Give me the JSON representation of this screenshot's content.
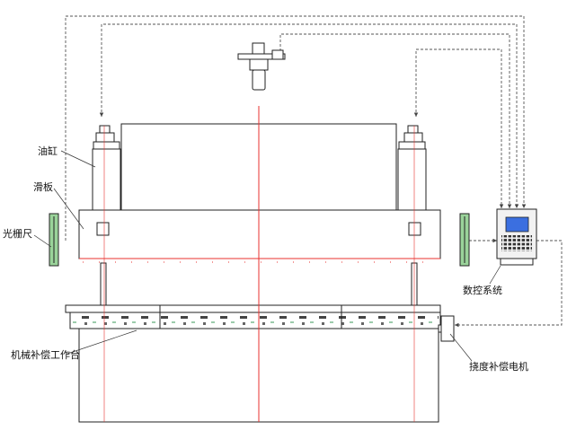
{
  "labels": {
    "cylinder": "油缸",
    "slide": "滑板",
    "grating_ruler": "光栅尺",
    "cnc_system": "数控系统",
    "worktable": "机械补偿工作台",
    "compensation_motor": "挠度补偿电机"
  },
  "colors": {
    "centerline": "#e8312f",
    "grating": "#9ad39a",
    "screen": "#3b6fe0",
    "signal_line": "#555555"
  }
}
